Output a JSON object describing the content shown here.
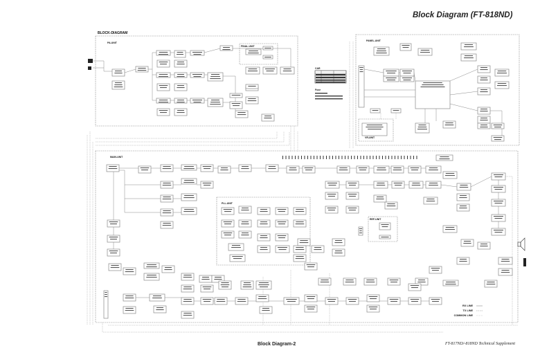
{
  "header": {
    "title": "Block Diagram (FT-818ND)"
  },
  "footer": {
    "page_label": "Block Diagram-2",
    "document": "FT-817ND/-818ND Technical Supplement"
  },
  "diagram": {
    "section_title": "BLOCK-DIAGRAM",
    "units": [
      {
        "id": "pa",
        "label": "PA-UNIT"
      },
      {
        "id": "final",
        "label": "FINAL-UNIT"
      },
      {
        "id": "panel",
        "label": "PANEL-UNIT"
      },
      {
        "id": "vr",
        "label": "VR-UNIT"
      },
      {
        "id": "main",
        "label": "MAIN-UNIT"
      },
      {
        "id": "pll",
        "label": "PLL-UNIT"
      },
      {
        "id": "ref",
        "label": "REF-UNIT"
      }
    ],
    "side_panels": {
      "car_label": "CAR",
      "fuse_label": "Fuse"
    },
    "legend": {
      "items": [
        {
          "label": "RX LINE",
          "style": "solid"
        },
        {
          "label": "TX LINE",
          "style": "dashed"
        },
        {
          "label": "COMMON LINE",
          "style": "dotted"
        }
      ]
    }
  }
}
